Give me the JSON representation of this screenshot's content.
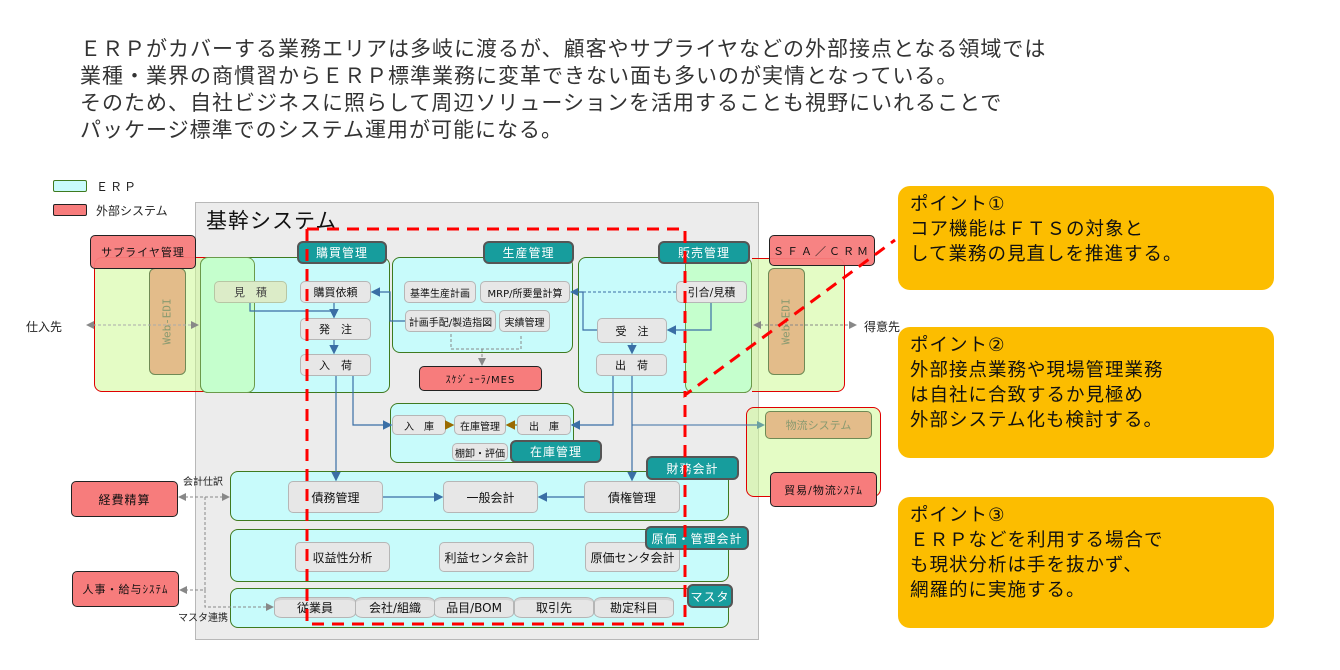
{
  "intro": {
    "lines": [
      "ＥＲＰがカバーする業務エリアは多岐に渡るが、顧客やサプライヤなどの外部接点となる領域では",
      "業種・業界の商慣習からＥＲＰ標準業務に変革できない面も多いのが実情となっている。",
      "そのため、自社ビジネスに照らして周辺ソリューションを活用することも視野にいれることで",
      "パッケージ標準でのシステム運用が可能になる。"
    ]
  },
  "legend": {
    "erp": {
      "label": "ＥＲＰ",
      "color": "#c8fbfb"
    },
    "external": {
      "label": "外部システム",
      "color": "#f77c7c"
    }
  },
  "core": {
    "title": "基幹システム",
    "purchasing": {
      "tag": "購買管理",
      "nodes": {
        "estimate": "見　積",
        "request": "購買依頼",
        "order": "発　注",
        "receipt": "入　荷"
      }
    },
    "production": {
      "tag": "生産管理",
      "nodes": {
        "mps": "基準生産計画",
        "mrp": "MRP/所要量計算",
        "dispatch": "計画手配/製造指図",
        "actuals": "実績管理"
      }
    },
    "scheduler": "ｽｹｼﾞｭｰﾗ/MES",
    "sales": {
      "tag": "販売管理",
      "nodes": {
        "quote": "引合/見積",
        "order": "受　注",
        "ship": "出　荷"
      }
    },
    "inventory": {
      "tag": "在庫管理",
      "nodes": {
        "in": "入　庫",
        "stock": "在庫管理",
        "out": "出　庫",
        "stocktake": "棚卸・評価"
      }
    },
    "finance": {
      "tag": "財務会計",
      "nodes": {
        "payable": "債務管理",
        "gl": "一般会計",
        "receivable": "債権管理"
      }
    },
    "cost": {
      "tag": "原価・管理会計",
      "nodes": {
        "profitability": "収益性分析",
        "profit_center": "利益センタ会計",
        "cost_center": "原価センタ会計"
      }
    },
    "master": {
      "tag": "マスタ",
      "items": [
        "従業員",
        "会社/組織",
        "品目/BOM",
        "取引先",
        "勘定科目"
      ]
    }
  },
  "external": {
    "supplier_mgmt": "サプライヤ管理",
    "sfa_crm": "ＳＦＡ／ＣＲＭ",
    "web_edi": "Web-EDI",
    "logistics": "物流システム",
    "trade_logistics": "貿易/物流ｼｽﾃﾑ",
    "expense": "経費精算",
    "hr_payroll": "人事・給与ｼｽﾃﾑ"
  },
  "labels": {
    "supplier": "仕入先",
    "customer": "得意先",
    "journal": "会計仕訳",
    "master_link": "マスタ連携"
  },
  "points": [
    {
      "title": "ポイント①",
      "lines": [
        "コア機能はＦＴＳの対象と",
        "して業務の見直しを推進する。"
      ]
    },
    {
      "title": "ポイント②",
      "lines": [
        "外部接点業務や現場管理業務",
        "は自社に合致するか見極め",
        "外部システム化も検討する。"
      ]
    },
    {
      "title": "ポイント③",
      "lines": [
        "ＥＲＰなどを利用する場合で",
        "も現状分析は手を抜かず、",
        "網羅的に実施する。"
      ]
    }
  ],
  "colors": {
    "point_bg": "#fcbd00",
    "teal": "#179d9d",
    "external": "#f77c7c",
    "erp": "#c8fbfb",
    "fts_boundary": "#ff0000",
    "flow": "#3a6ea5"
  }
}
